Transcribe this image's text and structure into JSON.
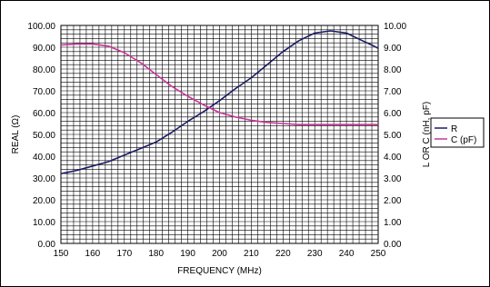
{
  "chart_data": {
    "type": "line",
    "xlabel": "FREQUENCY (MHz)",
    "ylabel_left": "REAL (Ω)",
    "ylabel_right": "L OR C (nH, pF)",
    "xlim": [
      150,
      250
    ],
    "x_ticks": [
      "150",
      "160",
      "170",
      "180",
      "190",
      "200",
      "210",
      "220",
      "230",
      "240",
      "250"
    ],
    "ylim_left": [
      0,
      100
    ],
    "y_ticks_left": [
      "0.00",
      "10.00",
      "20.00",
      "30.00",
      "40.00",
      "50.00",
      "60.00",
      "70.00",
      "80.00",
      "90.00",
      "100.00"
    ],
    "ylim_right": [
      0,
      10
    ],
    "y_ticks_right": [
      "0.00",
      "1.00",
      "2.00",
      "3.00",
      "4.00",
      "5.00",
      "6.00",
      "7.00",
      "8.00",
      "9.00",
      "10.00"
    ],
    "grid": true,
    "legend_position": "right",
    "series": [
      {
        "name": "R",
        "axis": "left",
        "color": "#1a1a66",
        "x": [
          150,
          155,
          160,
          165,
          170,
          175,
          180,
          185,
          190,
          195,
          200,
          205,
          210,
          215,
          220,
          225,
          230,
          235,
          240,
          245,
          248,
          250
        ],
        "y": [
          32,
          33.5,
          35.5,
          37.5,
          40.5,
          43.5,
          46.5,
          51,
          56,
          60.5,
          65.5,
          71,
          76,
          82,
          88,
          93,
          96.5,
          97.5,
          96.5,
          93,
          91,
          89.5
        ]
      },
      {
        "name": "C (pF)",
        "axis": "right",
        "color": "#cc3399",
        "x": [
          150,
          155,
          160,
          165,
          170,
          175,
          180,
          185,
          190,
          195,
          200,
          205,
          210,
          215,
          220,
          225,
          230,
          235,
          240,
          245,
          250
        ],
        "y": [
          9.1,
          9.15,
          9.15,
          9.05,
          8.75,
          8.3,
          7.75,
          7.2,
          6.75,
          6.35,
          6.0,
          5.8,
          5.65,
          5.55,
          5.5,
          5.45,
          5.45,
          5.45,
          5.45,
          5.45,
          5.45
        ]
      }
    ]
  }
}
